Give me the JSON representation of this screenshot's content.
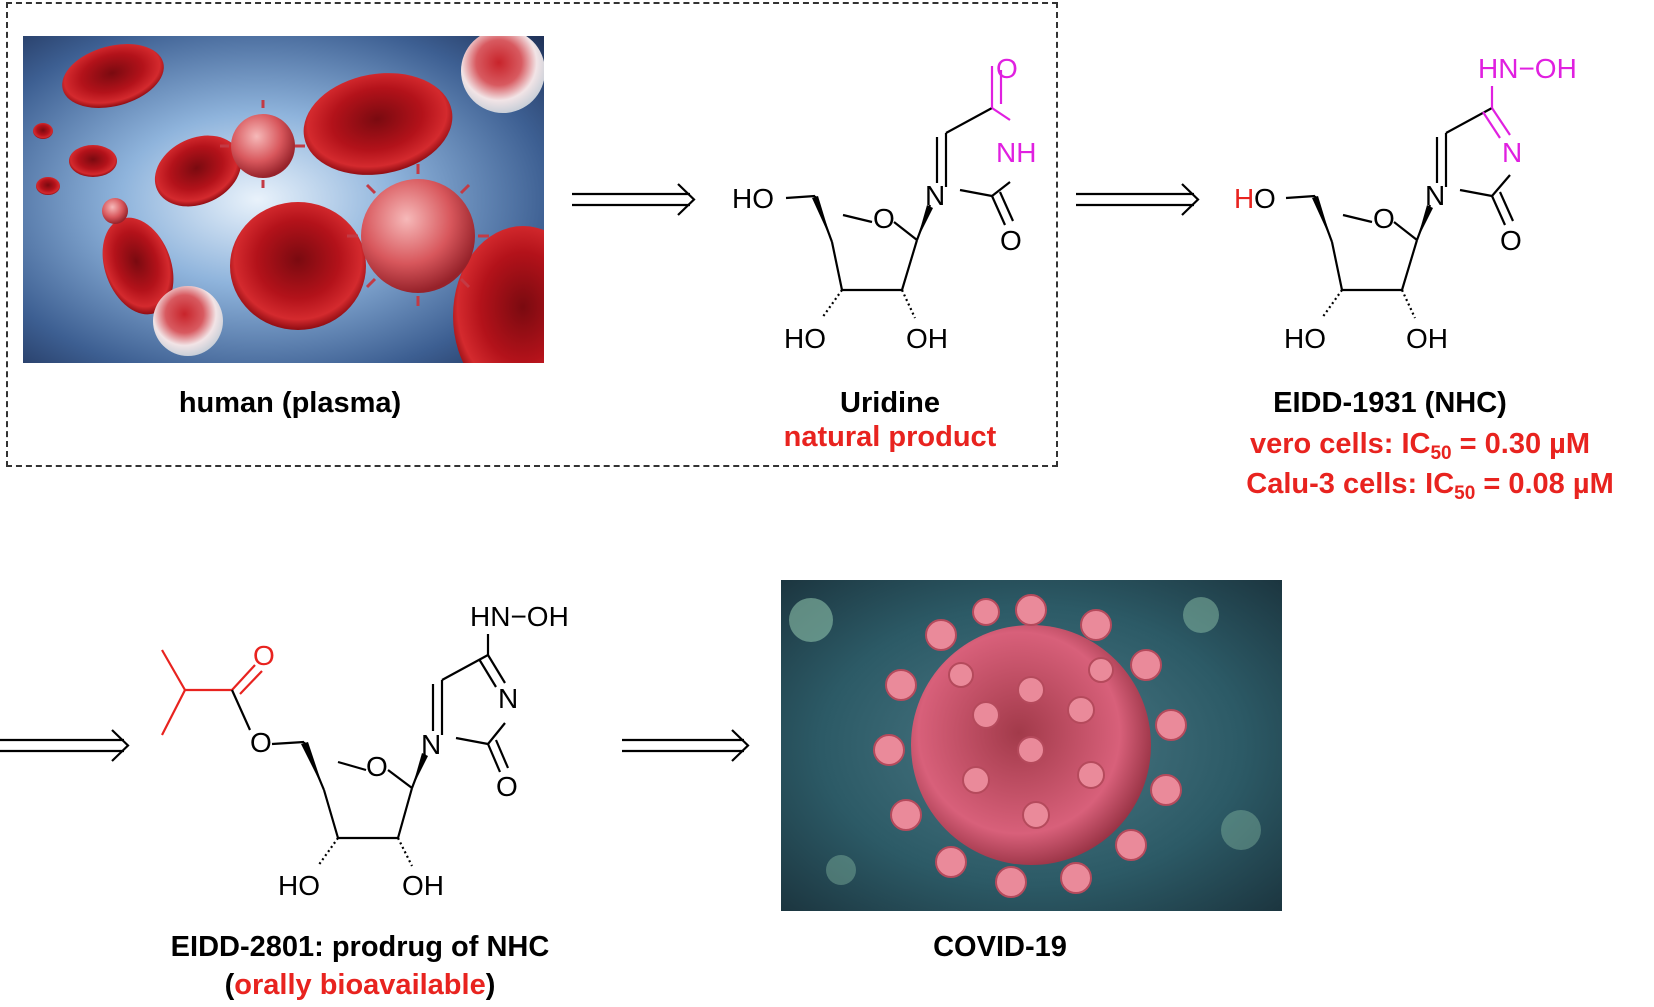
{
  "figure": {
    "plasma_caption": "human (plasma)",
    "uridine_name": "Uridine",
    "uridine_note": "natural product",
    "nhc_name": "EIDD-1931 (NHC)",
    "nhc_vero_prefix": "vero cells: IC",
    "nhc_vero_sub": "50",
    "nhc_vero_value": " = 0.30 µM",
    "nhc_calu_prefix": "Calu-3 cells: IC",
    "nhc_calu_sub": "50",
    "nhc_calu_value": " = 0.08 µM",
    "prodrug_name": "EIDD-2801: prodrug of NHC",
    "prodrug_open": "(",
    "prodrug_note": "orally bioavailable",
    "prodrug_close": ")",
    "covid_caption": "COVID-19"
  },
  "atoms": {
    "O": "O",
    "N": "N",
    "NH": "NH",
    "HO": "HO",
    "OH": "OH",
    "H": "H",
    "HN_OH": "HN−OH"
  },
  "colors": {
    "accent_red": "#e8231f",
    "magenta": "#e020e0",
    "blood_red": "#b3121a",
    "virus_pink": "#e0707e",
    "bg_blue": "#5a86b8",
    "bg_teal": "#2c5a66"
  }
}
